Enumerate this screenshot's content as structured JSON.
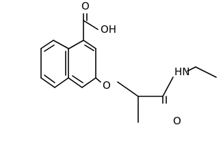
{
  "molecule": {
    "atoms": {
      "carboxyl_oxygen": "O",
      "hydroxyl_group": "OH",
      "ether_oxygen": "O",
      "amide_nitrogen": "HN",
      "amide_oxygen": "O"
    },
    "colors": {
      "bond": "#000000",
      "text": "#000000",
      "background": "#ffffff"
    }
  }
}
